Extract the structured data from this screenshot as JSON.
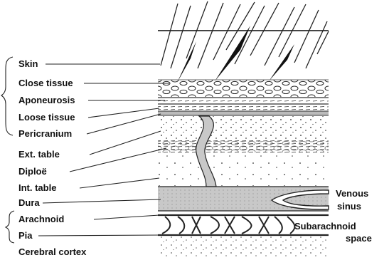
{
  "labels": {
    "skin": "Skin",
    "close_tissue": "Close tissue",
    "aponeurosis": "Aponeurosis",
    "loose_tissue": "Loose tissue",
    "pericranium": "Pericranium",
    "ext_table": "Ext. table",
    "diploe": "Diploë",
    "int_table": "Int. table",
    "dura": "Dura",
    "arachnoid": "Arachnoid",
    "pia": "Pia",
    "cerebral_cortex": "Cerebral  cortex",
    "venous_sinus_line1": "Venous",
    "venous_sinus_line2": "sinus",
    "subarachnoid_line1": "Subarachnoid",
    "subarachnoid_line2": "space"
  }
}
